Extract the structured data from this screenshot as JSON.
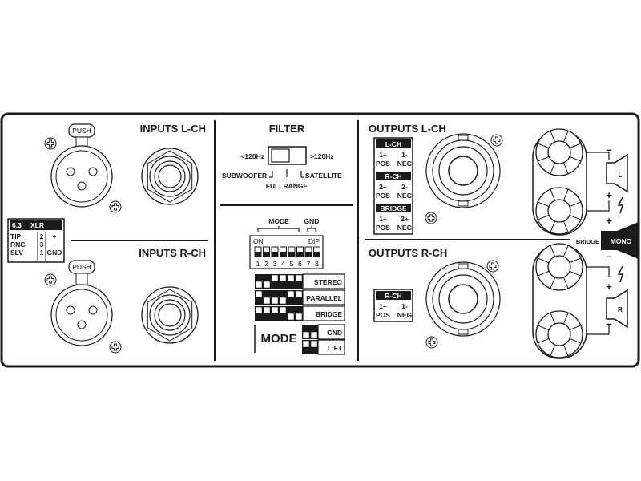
{
  "inputs": {
    "l_title": "INPUTS L-CH",
    "r_title": "INPUTS R-CH",
    "push": "PUSH",
    "pin_table": {
      "header": [
        "6.3",
        "XLR"
      ],
      "rows": [
        [
          "TIP",
          "2",
          "+"
        ],
        [
          "RNG",
          "3",
          "–"
        ],
        [
          "SLV",
          "1",
          "GND"
        ]
      ]
    }
  },
  "filter": {
    "title": "FILTER",
    "low": "<120Hz",
    "high": ">120Hz",
    "subwoofer": "SUBWOOFER",
    "satellite": "SATELLITE",
    "fullrange": "FULLRANGE"
  },
  "dip": {
    "mode_label": "MODE",
    "gnd_label": "GND",
    "on": "ON",
    "dip": "DIP",
    "numbers": [
      "1",
      "2",
      "3",
      "4",
      "5",
      "6",
      "7",
      "8"
    ],
    "modes": [
      {
        "name": "STEREO",
        "switches": [
          "down",
          "down",
          "up",
          "up",
          "up",
          "up"
        ]
      },
      {
        "name": "PARALLEL",
        "switches": [
          "up",
          "down",
          "down",
          "down",
          "up",
          "up"
        ]
      },
      {
        "name": "BRIDGE",
        "switches": [
          "up",
          "up",
          "up",
          "up",
          "down",
          "down"
        ]
      }
    ],
    "mode_big": "MODE",
    "ground": [
      {
        "name": "GND",
        "switches": [
          "down",
          "down"
        ]
      },
      {
        "name": "LIFT",
        "switches": [
          "up",
          "up"
        ]
      }
    ]
  },
  "outputs": {
    "l_title": "OUTPUTS L-CH",
    "r_title": "OUTPUTS R-CH",
    "l_table": [
      {
        "header": "L-CH",
        "pins": [
          "1+",
          "1-"
        ],
        "labels": [
          "POS",
          "NEG"
        ]
      },
      {
        "header": "R-CH",
        "pins": [
          "2+",
          "2-"
        ],
        "labels": [
          "POS",
          "NEG"
        ]
      },
      {
        "header": "BRIDGE",
        "pins": [
          "1+",
          "2+"
        ],
        "labels": [
          "POS",
          "NEG"
        ]
      }
    ],
    "r_table": [
      {
        "header": "R-CH",
        "pins": [
          "1+",
          "1-"
        ],
        "labels": [
          "POS",
          "NEG"
        ]
      }
    ],
    "bridge": "BRIDGE",
    "mono": "MONO",
    "speaker_l": "L",
    "speaker_r": "R",
    "plus": "+",
    "minus": "–"
  }
}
